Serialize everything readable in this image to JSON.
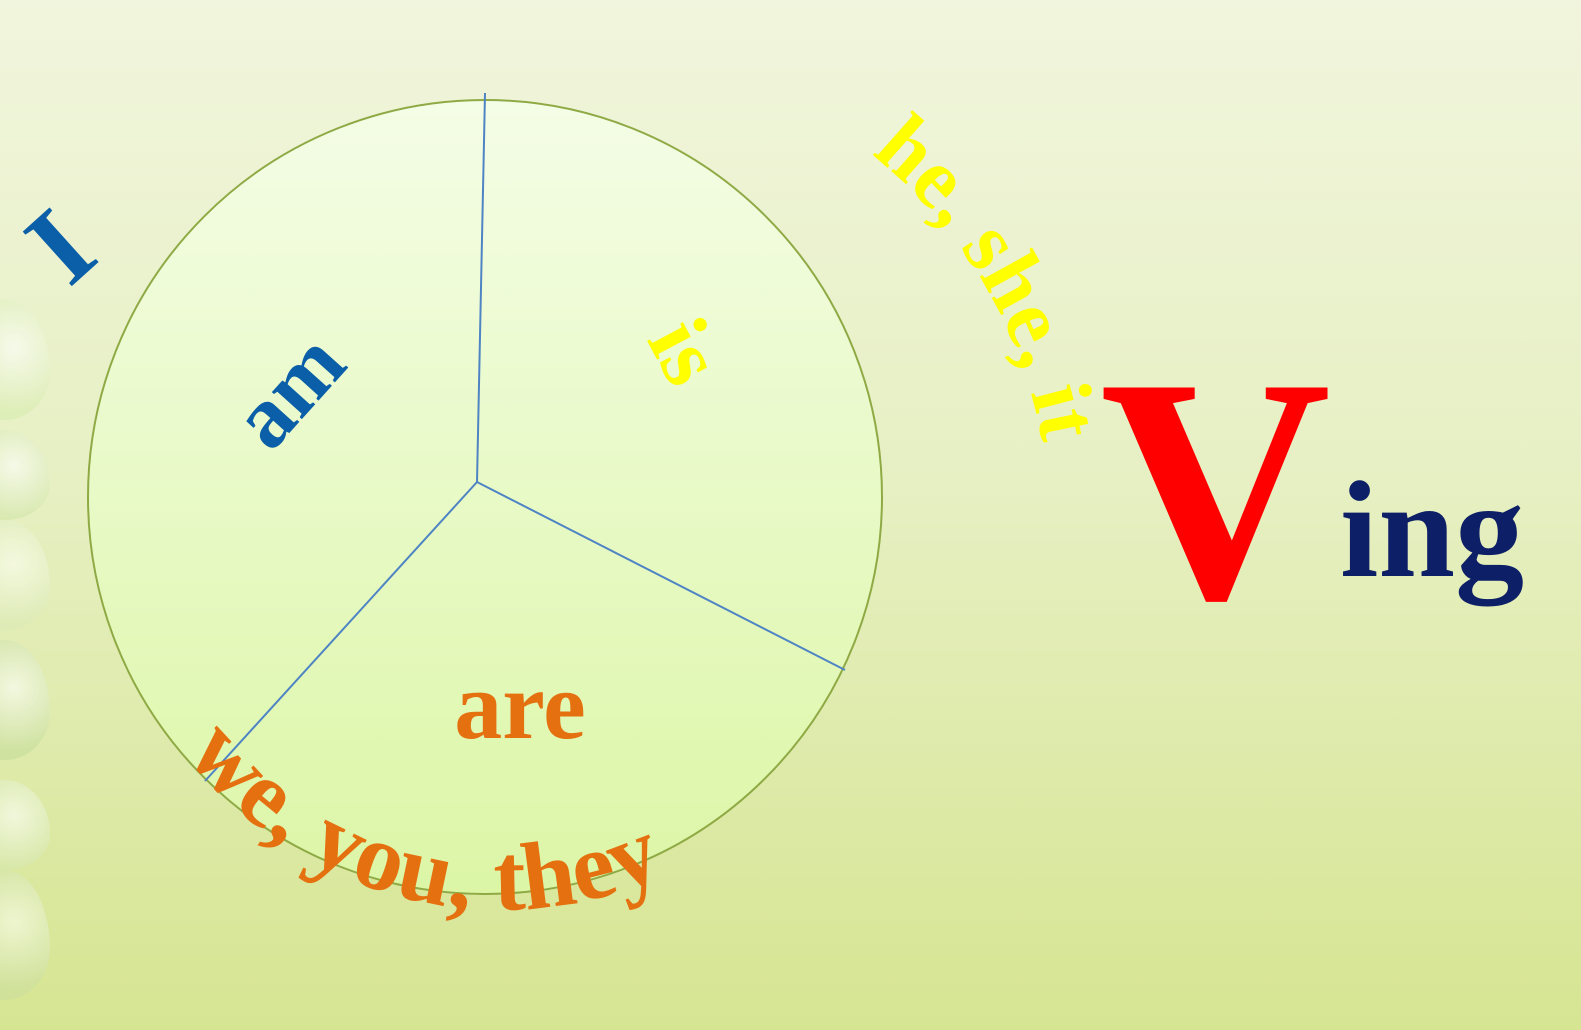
{
  "colors": {
    "am": "#0a5fa8",
    "is": "#ffff00",
    "are": "#e5700f",
    "circle_fill": "#eaf8cc",
    "divider": "#4f84c4",
    "v": "#ff0000",
    "ing": "#0d1f66"
  },
  "wheel": {
    "sections": {
      "am": "am",
      "is": "is",
      "are": "are"
    },
    "pronouns": {
      "i": "I",
      "he_she_it": "he, she, it",
      "we_you_they": "we,  you, they"
    }
  },
  "ving": {
    "v": "V",
    "ing": "ing"
  }
}
